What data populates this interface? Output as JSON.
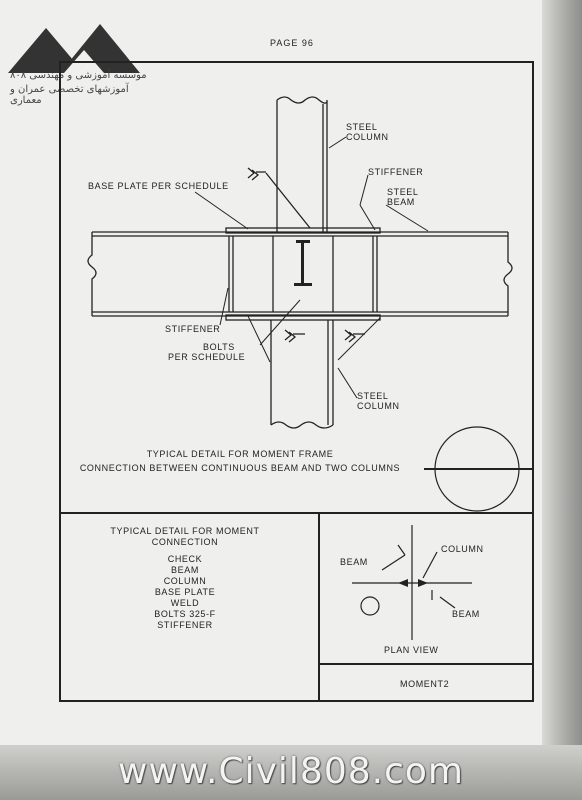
{
  "watermark": {
    "logo_text_line1": "موسسه آموزشی و مهندسی ۸۰۸",
    "logo_text_line2": "آموزشهای تخصصی عمران و معماری",
    "site": "www.Civil808.com"
  },
  "header": {
    "page_label": "PAGE 96"
  },
  "elevation_labels": {
    "steel_column_top": [
      "STEEL",
      "COLUMN"
    ],
    "stiffener_top": "STIFFENER",
    "base_plate": "BASE PLATE PER SCHEDULE",
    "steel_beam": [
      "STEEL",
      "BEAM"
    ],
    "stiffener_left": "STIFFENER",
    "bolts": [
      "BOLTS",
      "PER SCHEDULE"
    ],
    "steel_column_bottom": [
      "STEEL",
      "COLUMN"
    ]
  },
  "caption": [
    "TYPICAL DETAIL FOR MOMENT FRAME",
    "CONNECTION BETWEEN CONTINUOUS BEAM AND TWO COLUMNS"
  ],
  "title_block": {
    "heading": [
      "TYPICAL DETAIL FOR MOMENT",
      "CONNECTION"
    ],
    "items": [
      "CHECK",
      "BEAM",
      "COLUMN",
      "BASE PLATE",
      "WELD",
      "BOLTS 325-F",
      "STIFFENER"
    ]
  },
  "plan_view": {
    "beam_left": "BEAM",
    "column": "COLUMN",
    "beam_right": "BEAM",
    "title": "PLAN VIEW"
  },
  "drawing_name": "MOMENT2",
  "colors": {
    "ink": "#222222",
    "paper": "#efefed"
  }
}
